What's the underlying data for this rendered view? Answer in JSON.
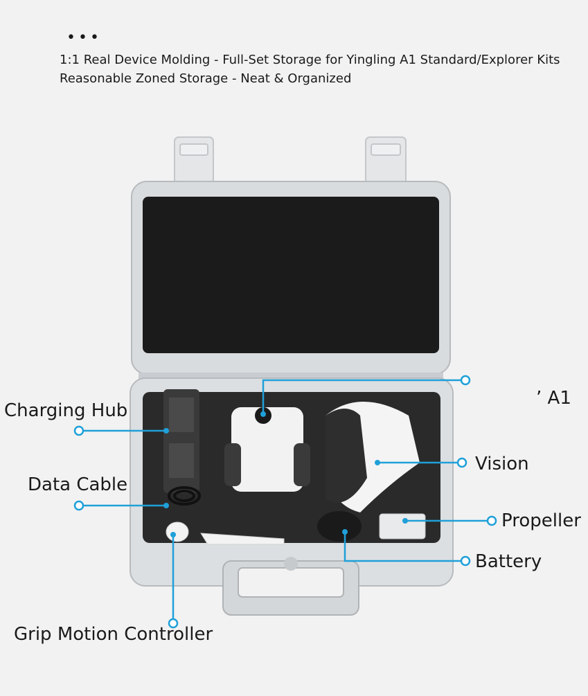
{
  "header": {
    "more_icon": "•••",
    "line1": "1:1 Real Device Molding - Full-Set Storage for Yingling A1 Standard/Explorer Kits",
    "line2": "Reasonable Zoned Storage - Neat & Organized"
  },
  "callouts": {
    "top_right_fragment": "ʼ A1",
    "charging_hub": "Charging Hub",
    "data_cable": "Data Cable",
    "vision": "Vision",
    "propeller": "Propeller",
    "battery": "Battery",
    "grip_controller": "Grip Motion Controller"
  },
  "colors": {
    "callout_line": "#1fa0d8",
    "case": "#d9dcdf",
    "foam": "#1b1b1b"
  }
}
